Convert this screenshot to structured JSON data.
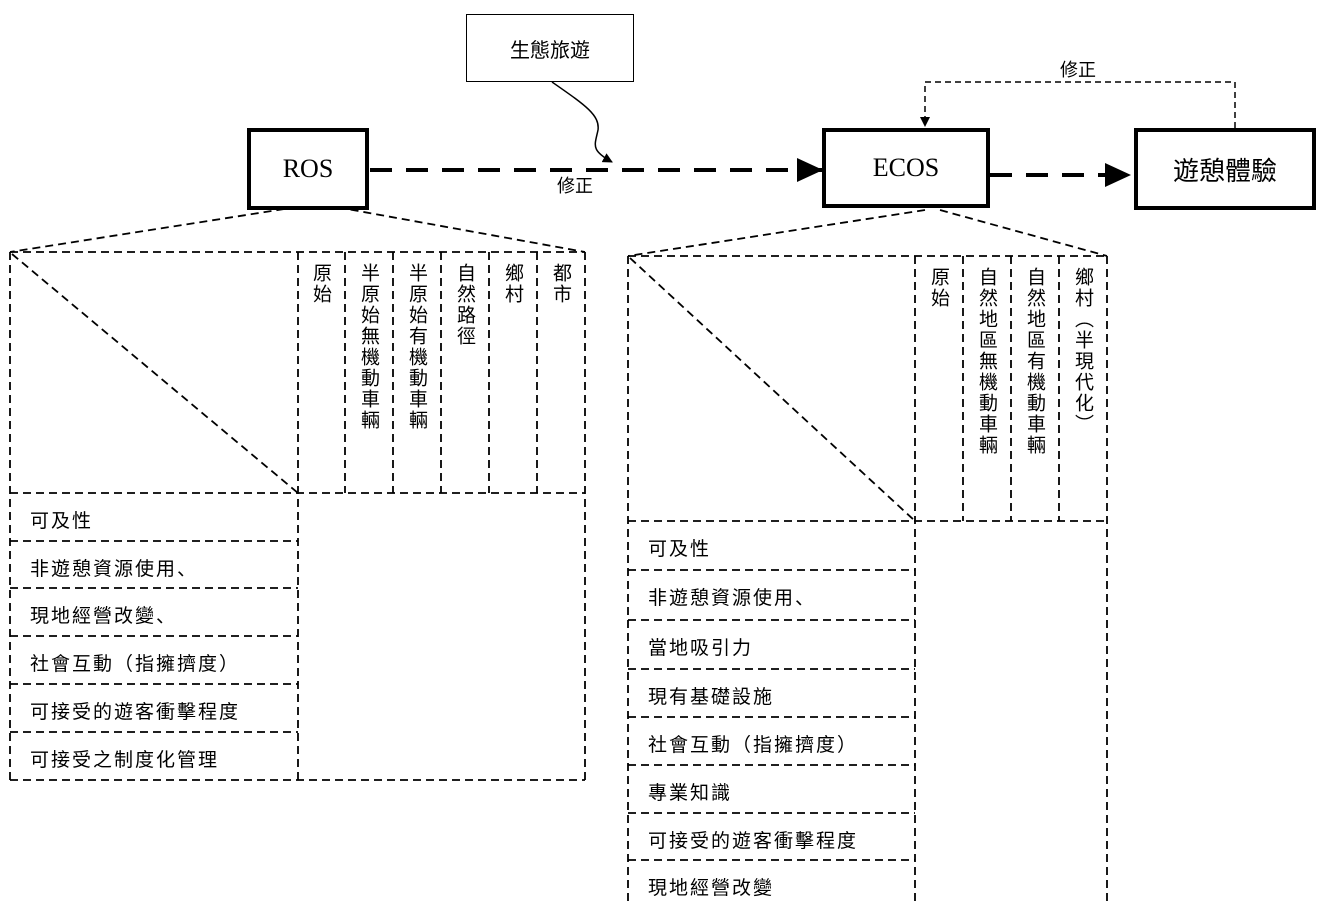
{
  "boxes": {
    "ros": "ROS",
    "ecos": "ECOS",
    "experience": "遊憩體驗",
    "ecotourism": "生態旅遊"
  },
  "labels": {
    "revise_main": "修正",
    "revise_feedback": "修正"
  },
  "ros_table": {
    "columns": [
      "原始",
      "半原始無機動車輛",
      "半原始有機動車輛",
      "自然路徑",
      "鄉村",
      "都市"
    ],
    "rows": [
      "可及性",
      "非遊憩資源使用、",
      "現地經營改變、",
      "社會互動（指擁擠度）",
      "可接受的遊客衝擊程度",
      "可接受之制度化管理"
    ]
  },
  "ecos_table": {
    "columns": [
      "原始",
      "自然地區無機動車輛",
      "自然地區有機動車輛",
      "鄉村（半現代化）"
    ],
    "rows": [
      "可及性",
      "非遊憩資源使用、",
      "當地吸引力",
      "現有基礎設施",
      "社會互動（指擁擠度）",
      "專業知識",
      "可接受的遊客衝擊程度",
      "現地經營改變"
    ]
  }
}
